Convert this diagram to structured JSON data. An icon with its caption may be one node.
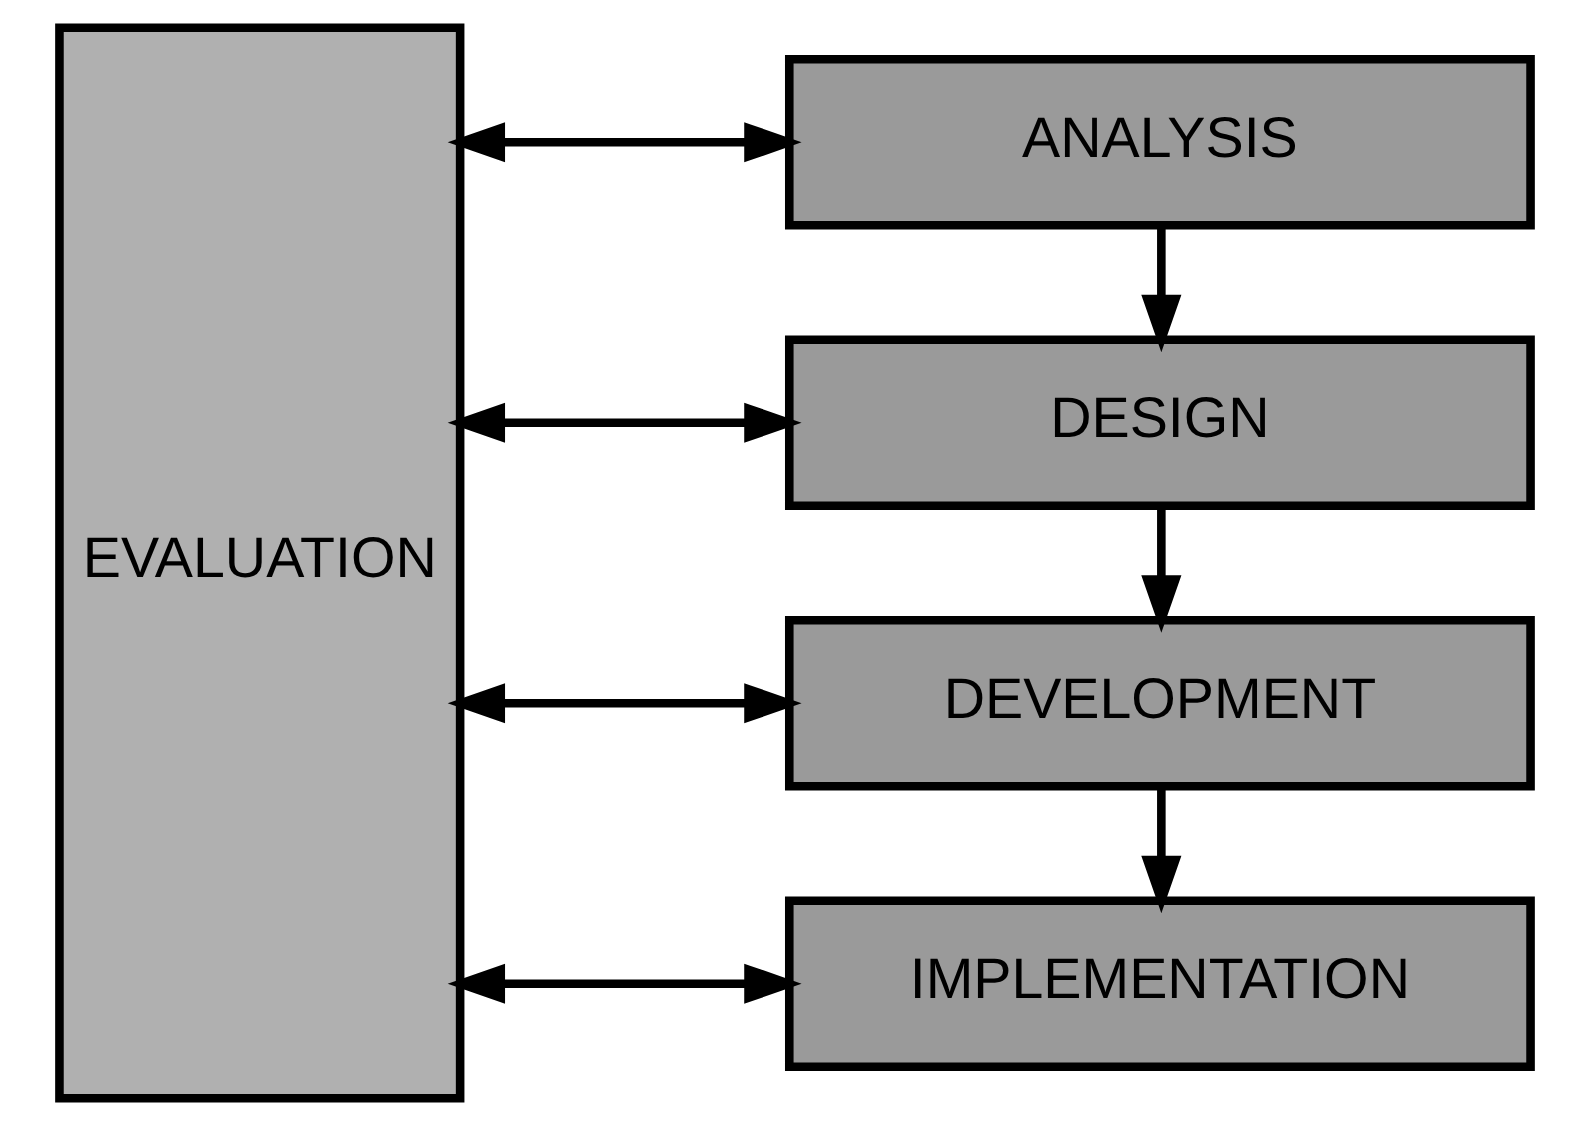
{
  "diagram": {
    "nodes": [
      {
        "text": [
          "EVALUATION"
        ]
      },
      {
        "text": [
          "ANALYSIS"
        ]
      },
      {
        "text": [
          "DESIGN"
        ]
      },
      {
        "text": [
          "DEVELOPMENT"
        ]
      },
      {
        "text": [
          "IMPLEMENTATION"
        ]
      }
    ],
    "edges": [
      {
        "from": 0,
        "to": 1,
        "arrow": "both"
      },
      {
        "from": 0,
        "to": 2,
        "arrow": "both"
      },
      {
        "from": 0,
        "to": 3,
        "arrow": "both"
      },
      {
        "from": 0,
        "to": 4,
        "arrow": "both"
      },
      {
        "from": 1,
        "to": 2,
        "arrow": "to"
      },
      {
        "from": 2,
        "to": 3,
        "arrow": "to"
      },
      {
        "from": 3,
        "to": 4,
        "arrow": "to"
      }
    ]
  }
}
